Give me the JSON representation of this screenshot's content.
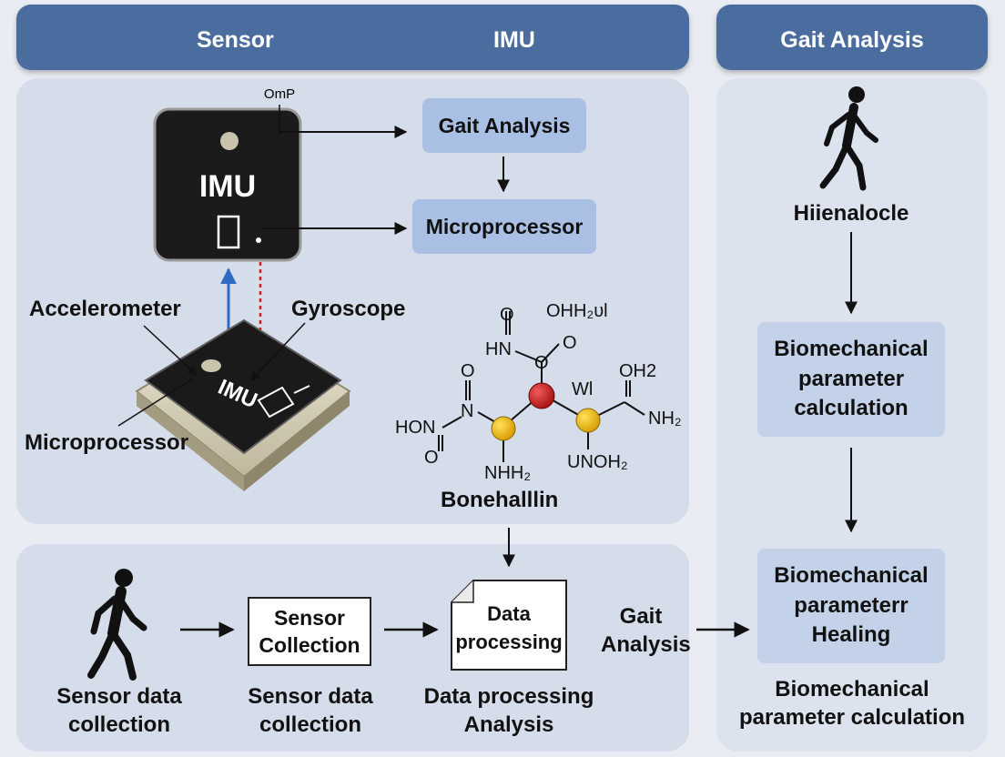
{
  "headers": {
    "sensor": "Sensor",
    "imu": "IMU",
    "gait": "Gait Analysis"
  },
  "device": {
    "label": "IMU",
    "omp": "OmP",
    "label3d": "IMU"
  },
  "flow": {
    "gait_analysis": "Gait Analysis",
    "microprocessor": "Microprocessor"
  },
  "callouts": {
    "accelerometer": "Accelerometer",
    "gyroscope": "Gyroscope",
    "microprocessor": "Microprocessor"
  },
  "molecule": {
    "title": "Bonehalllin",
    "atoms": {
      "ohh2u": "OHH₂ᴜl",
      "o_top": "O",
      "o_ring": "O",
      "hn": "HN",
      "o_left": "O",
      "n_left": "N",
      "hon": "HON",
      "o_low": "O",
      "nhh2": "NHH₂",
      "wl": "Wl",
      "oh2": "OH2",
      "o_right": "O",
      "nh2": "NH₂",
      "unoh2": "UNOH₂"
    }
  },
  "right": {
    "person_label": "Hiienalocle",
    "box1": "Biomechanical parameter calculation",
    "box2": "Biomechanical parameterr Healing",
    "caption": "Biomechanical parameter calculation"
  },
  "bottom": {
    "sensor_data_collection": "Sensor data collection",
    "box_sensor_collection": "Sensor Collection",
    "sensor_data_collection2": "Sensor data collection",
    "box_data_processing": "Data processing",
    "data_processing_analysis": "Data processing Analysis",
    "gait_analysis": "Gait Analysis"
  },
  "colors": {
    "header": "#4a6c9f",
    "panel": "#d5ddea",
    "flow_box": "#a9c0e4",
    "right_box": "#c3d2e8",
    "atom_red": "#c81e1e",
    "atom_yellow": "#f2c10a",
    "arrow_blue": "#2e6bc4",
    "arrow_red": "#d22020"
  }
}
